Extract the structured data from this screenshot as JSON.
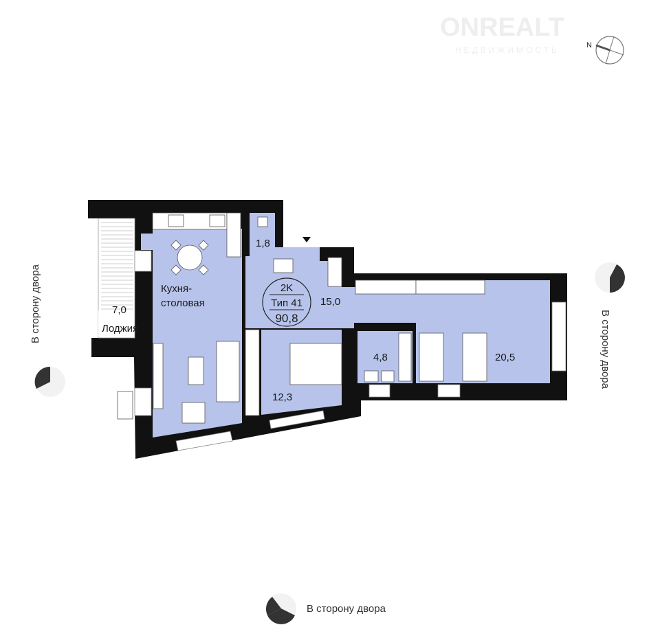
{
  "watermark": {
    "brand": "ONREALT",
    "subtitle": "НЕДВИЖИМОСТЬ"
  },
  "compass": {
    "north_label": "N"
  },
  "apartment": {
    "rooms_code": "2K",
    "type": "Тип 41",
    "total_area": "90,8"
  },
  "rooms": {
    "loggia": {
      "name": "Лоджия",
      "area": "7,0"
    },
    "kitchen": {
      "name_line1": "Кухня-",
      "name_line2": "столовая"
    },
    "wc": {
      "area": "1,8"
    },
    "hall": {
      "area": "15,0"
    },
    "bedroom_small": {
      "area": "12,3"
    },
    "bathroom": {
      "area": "4,8"
    },
    "bedroom_large": {
      "area": "20,5"
    }
  },
  "orientation": {
    "left": "В сторону двора",
    "right": "В сторону двора",
    "bottom": "В сторону двора"
  },
  "colors": {
    "room": "#b7c3ea",
    "wall": "#111111",
    "window": "#ffffff"
  }
}
